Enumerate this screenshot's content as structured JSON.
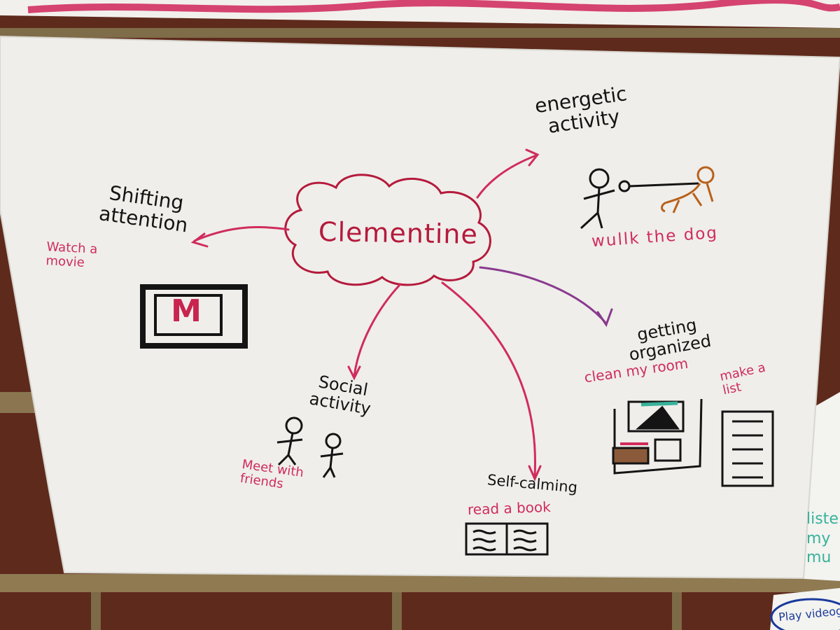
{
  "center": {
    "label": "Clementine"
  },
  "branches": {
    "energetic": {
      "title": "energetic\nactivity",
      "activity": "wullk the dog"
    },
    "shifting": {
      "title": "Shifting\nattention",
      "activity": "Watch a\nmovie",
      "icon_letter": "M"
    },
    "social": {
      "title": "Social\nactivity",
      "activity": "Meet with\nfriends"
    },
    "organized": {
      "title": "getting\norganized",
      "activity": "clean my room",
      "activity2": "make a\nlist"
    },
    "selfcalming": {
      "title": "Self-calming",
      "activity": "read a book"
    }
  },
  "neighbors": {
    "right_note": "liste\nmy\nmu",
    "bottom_note": "Play videoga"
  },
  "colors": {
    "paper": "#efeeea",
    "brick": "#6a2d1e",
    "mortar": "#8f7a52",
    "ink_black": "#141414",
    "ink_red": "#b51a3c",
    "ink_pink": "#d02c5c",
    "ink_purple": "#8a3a8e",
    "ink_brown": "#b8611c"
  },
  "icons": [
    "cloud-bubble",
    "stick-figure-with-dog",
    "tv-screen",
    "stick-figures-pair",
    "bedroom-sketch",
    "checklist",
    "open-book"
  ]
}
